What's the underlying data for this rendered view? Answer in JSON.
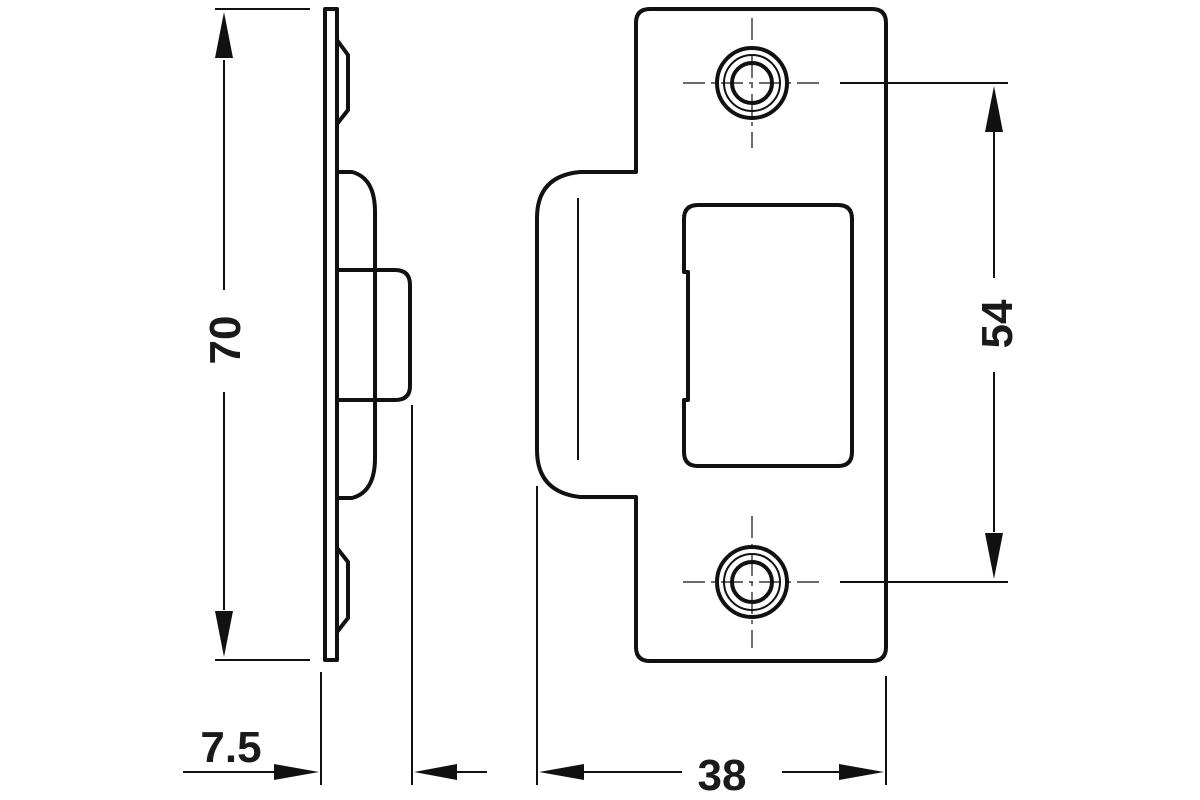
{
  "drawing": {
    "dimensions": {
      "height": "70",
      "hole_spacing": "54",
      "width": "38",
      "thickness": "7.5"
    },
    "colors": {
      "line": "#111111",
      "background": "#ffffff"
    }
  }
}
